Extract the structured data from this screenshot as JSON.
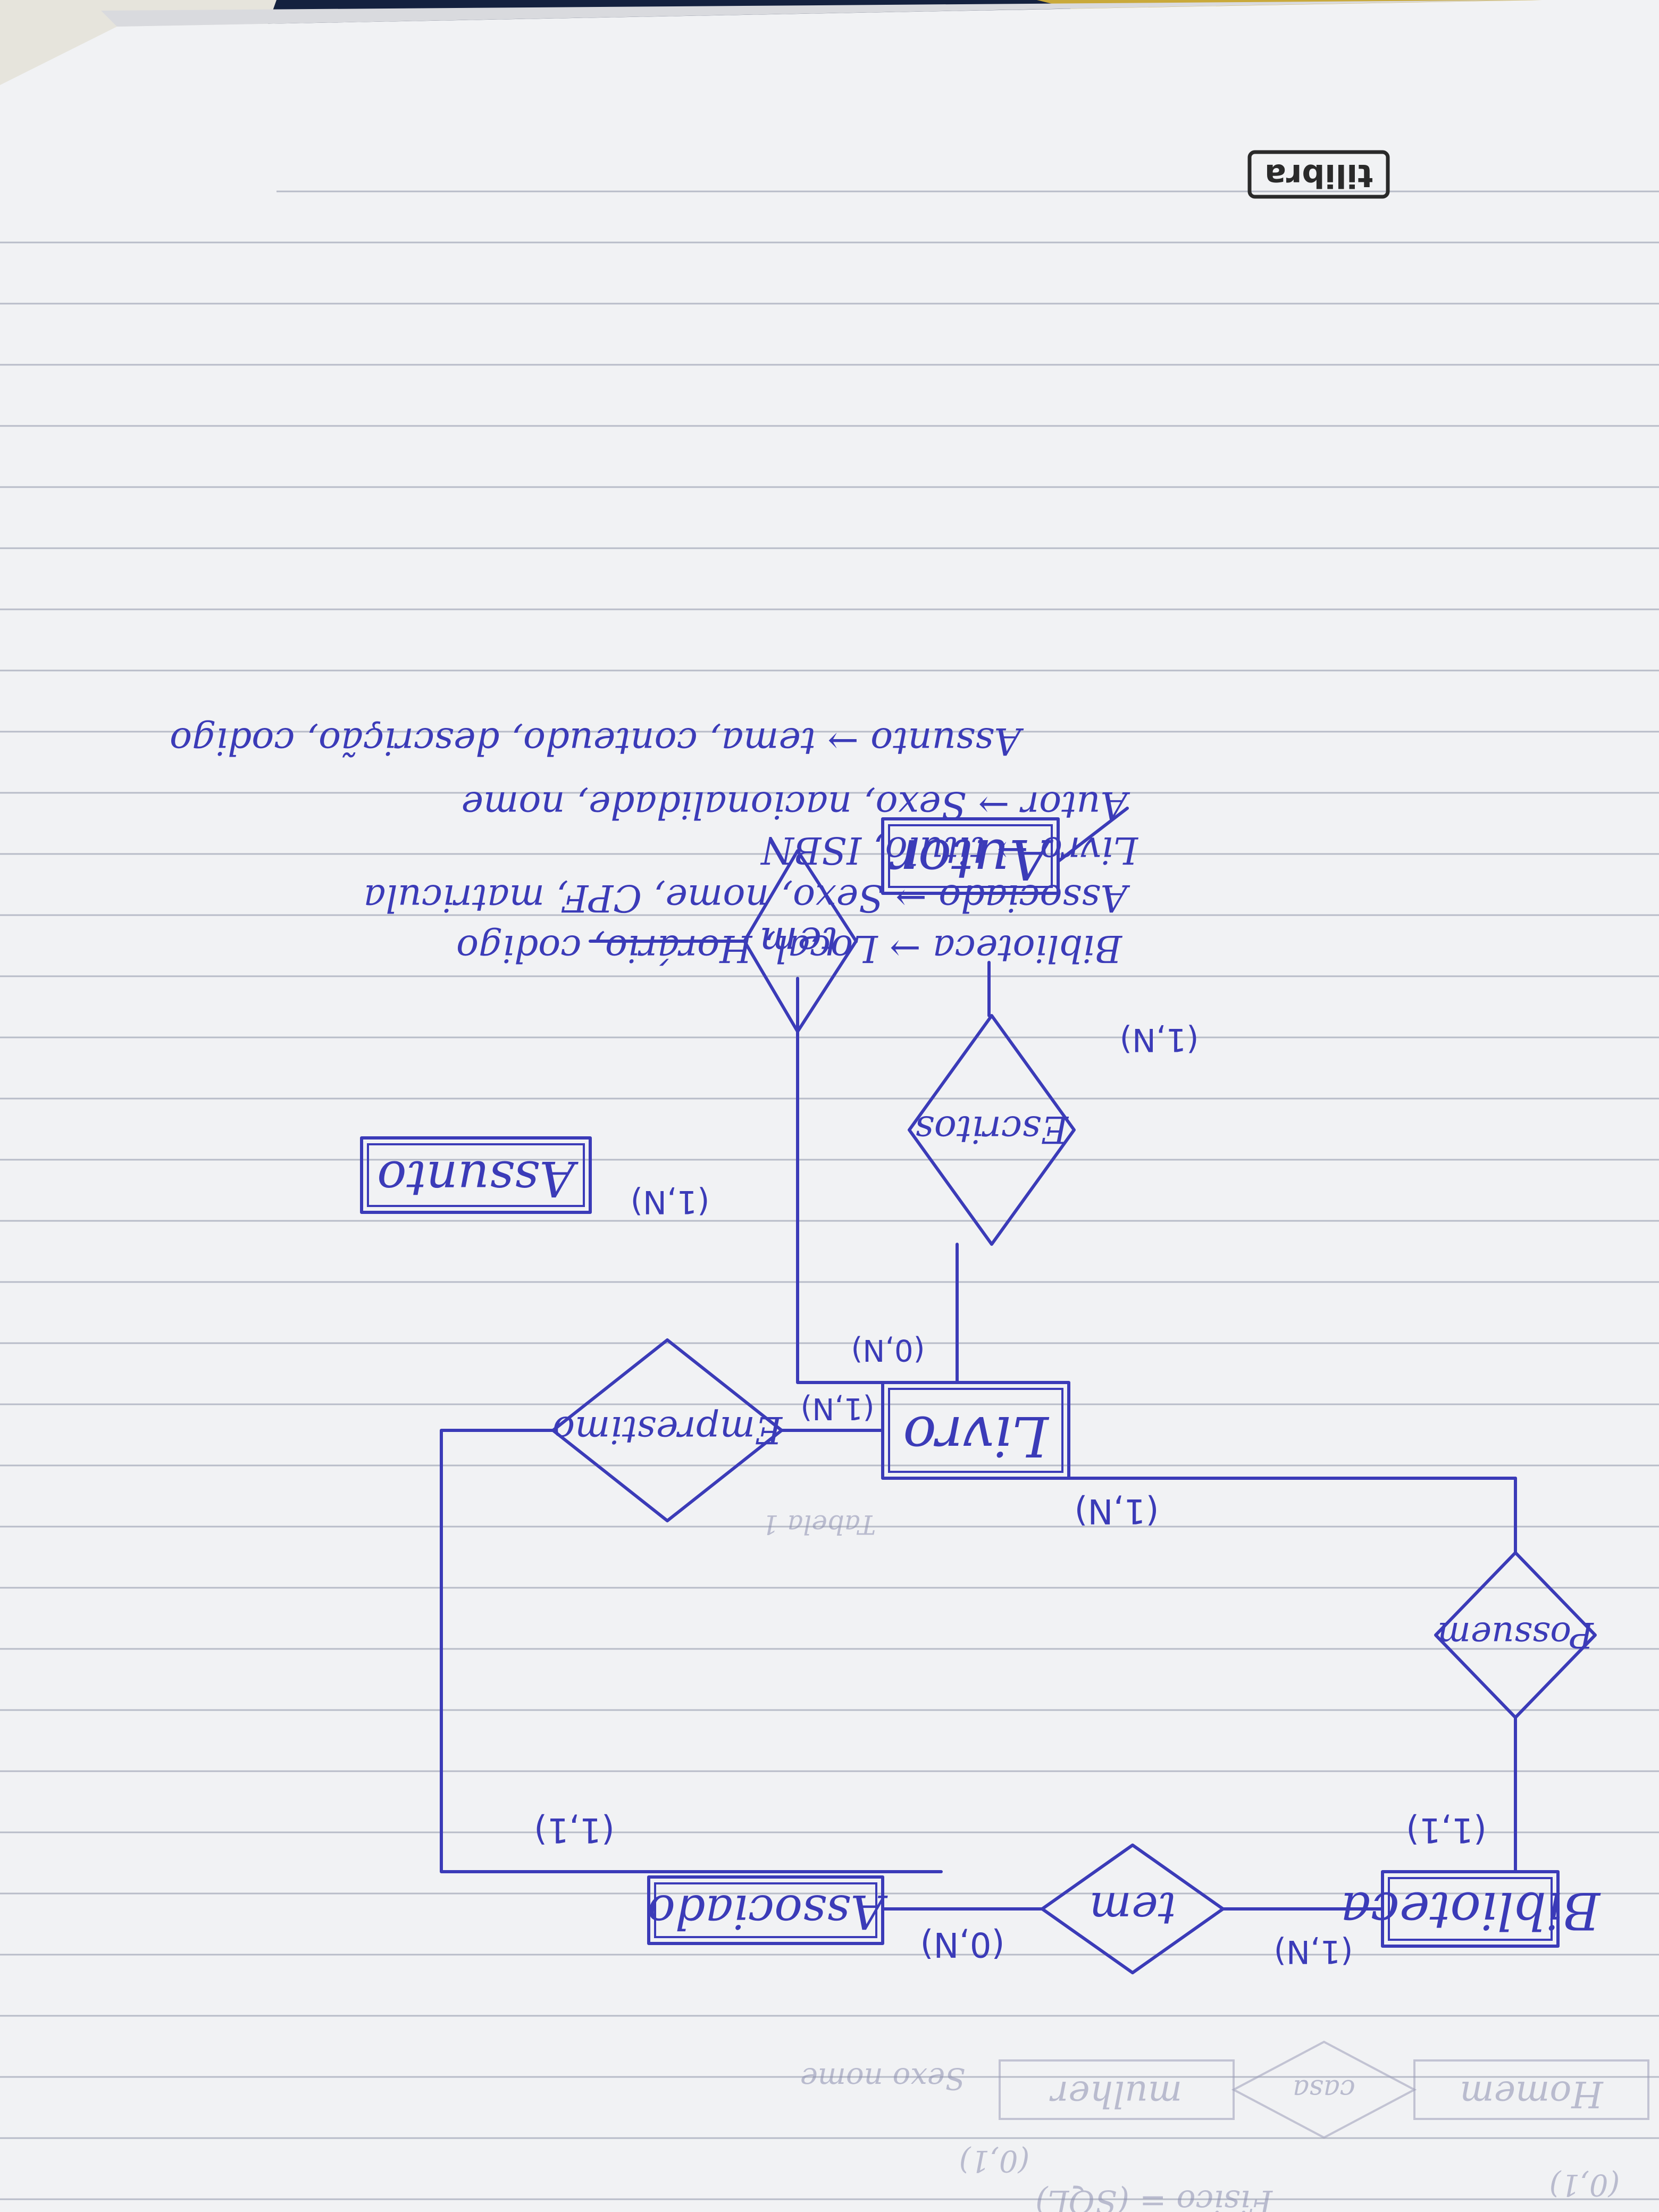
{
  "notebook": {
    "brand": "tilibra"
  },
  "diagram": {
    "entities": [
      {
        "id": "biblioteca",
        "label": "Biblioteca"
      },
      {
        "id": "associado",
        "label": "Associado"
      },
      {
        "id": "livro",
        "label": "Livro"
      },
      {
        "id": "assunto",
        "label": "Assunto"
      },
      {
        "id": "autor",
        "label": "Autor"
      }
    ],
    "relationships": [
      {
        "id": "tem-biblioteca-associado",
        "label": "tem"
      },
      {
        "id": "possuem",
        "label": "Possuem"
      },
      {
        "id": "emprestimo",
        "label": "Emprestimo"
      },
      {
        "id": "escritos",
        "label": "Escritos"
      },
      {
        "id": "tem-livro-assunto",
        "label": "tem"
      }
    ],
    "cardinalities": [
      {
        "id": "card-biblioteca-tem",
        "label": "(1,N)"
      },
      {
        "id": "card-biblioteca-possuem",
        "label": "(1,1)"
      },
      {
        "id": "card-associado-tem",
        "label": "(0,N)"
      },
      {
        "id": "card-associado-emprestimo",
        "label": "(1,1)"
      },
      {
        "id": "card-livro-possuem",
        "label": "(1,N)"
      },
      {
        "id": "card-livro-emprestimo",
        "label": "(1,N)"
      },
      {
        "id": "card-livro-escritos",
        "label": "(0,N)"
      },
      {
        "id": "card-assunto-tem",
        "label": "(1,N)"
      },
      {
        "id": "card-autor-escritos",
        "label": "(1,N)"
      }
    ]
  },
  "attributes": [
    {
      "id": "attr-biblioteca",
      "text": "Biblioteca → Local, Horário, codigo"
    },
    {
      "id": "attr-associado",
      "text": "Associado → Sexo, nome, CPF, matricula"
    },
    {
      "id": "attr-livro",
      "text": "Livro → titulo, ISBN"
    },
    {
      "id": "attr-autor",
      "text": "Autor → Sexo, nacionalidade, nome"
    },
    {
      "id": "attr-assunto",
      "text": "Assunto → tema, conteudo, descrição, codigo"
    }
  ],
  "previous_page_ghost": {
    "entity1": "Homem",
    "entity2": "mulher",
    "relation": "casa",
    "card1": "(0,1)",
    "card2": "(0,1)",
    "attrs": "Sexo nome",
    "formula": "Fisico = (SQL)",
    "note": "Tabela 1"
  },
  "colors": {
    "ink": "#3b3bb8",
    "paper": "#f1f2f4",
    "rules": "#b8bcc8",
    "fabric": "#14213f",
    "fabric_accent": "#c9a93a"
  }
}
